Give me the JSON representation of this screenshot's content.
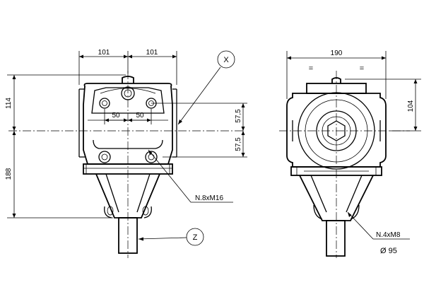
{
  "dimensions": {
    "left_half_width": "101",
    "right_half_width": "101",
    "total_width": "190",
    "upper_height": "114",
    "lower_height": "188",
    "bolt_half_spacing_left": "50",
    "bolt_half_spacing_right": "50",
    "vertical_upper": "57,5",
    "vertical_lower": "57,5",
    "side_height": "104",
    "equal_left": "=",
    "equal_right": "="
  },
  "callouts": {
    "x_label": "X",
    "z_label": "Z",
    "bolts_front": "N.8xM16",
    "bolts_side": "N.4xM8",
    "diameter": "Ø 95"
  }
}
